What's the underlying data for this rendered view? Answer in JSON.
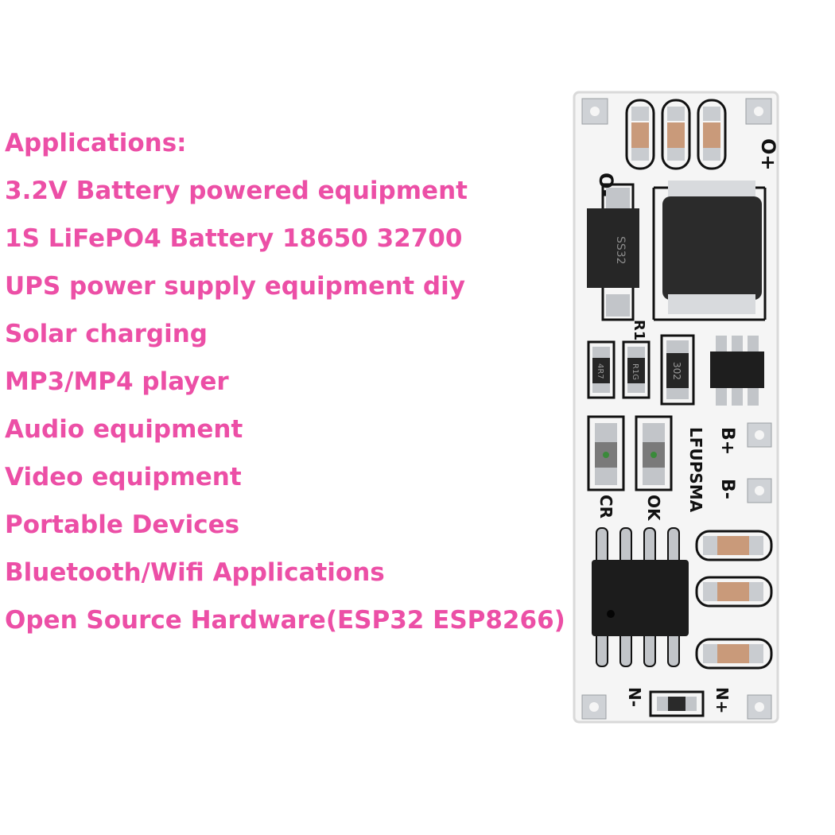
{
  "applications": {
    "title": "Applications:",
    "items": [
      "3.2V Battery powered equipment",
      "1S LiFePO4 Battery 18650 32700",
      "UPS power supply equipment diy",
      "Solar charging",
      "MP3/MP4 player",
      "Audio equipment",
      "Video equipment",
      "Portable Devices",
      "Bluetooth/Wifi Applications",
      "Open Source Hardware(ESP32 ESP8266)"
    ]
  },
  "board": {
    "silkscreen": {
      "out_minus": "O-",
      "out_plus": "O+",
      "r1": "R1",
      "diode_marking": "SS32",
      "resistor_a": "4R7",
      "resistor_b": "R1G",
      "resistor_c": "302",
      "model": "LFUPSMA",
      "b_plus": "B+",
      "b_minus": "B-",
      "cr": "CR",
      "ok": "OK",
      "in_minus": "N-",
      "in_plus": "N+"
    }
  },
  "colors": {
    "text": "#ec4fa6",
    "pcb": "#f4f4f4",
    "pad": "#c9ccd0",
    "ceramic": "#c99a7a",
    "chip": "#222222"
  }
}
